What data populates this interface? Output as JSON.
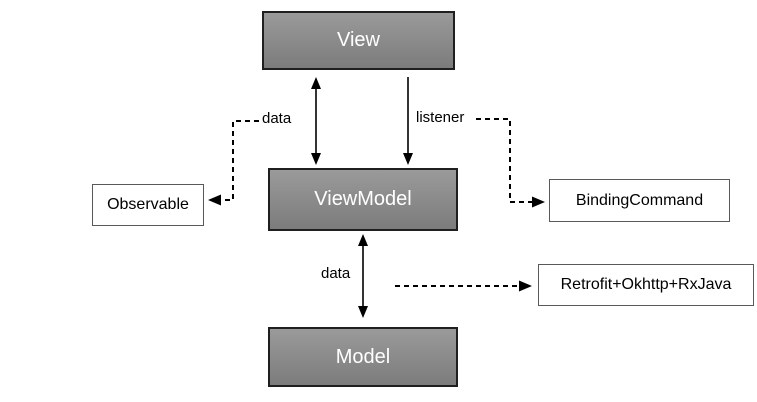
{
  "diagram": {
    "nodes": {
      "view": {
        "label": "View"
      },
      "viewmodel": {
        "label": "ViewModel"
      },
      "model": {
        "label": "Model"
      },
      "observable": {
        "label": "Observable"
      },
      "binding_command": {
        "label": "BindingCommand"
      },
      "retrofit": {
        "label": "Retrofit+Okhttp+RxJava"
      }
    },
    "edge_labels": {
      "view_viewmodel_data": "data",
      "view_viewmodel_listener": "listener",
      "viewmodel_model_data": "data"
    },
    "edges": [
      {
        "from": "view",
        "to": "viewmodel",
        "label": "data",
        "style": "solid-double-arrow"
      },
      {
        "from": "view",
        "to": "viewmodel",
        "label": "listener",
        "style": "solid-arrow-down"
      },
      {
        "from": "viewmodel",
        "to": "model",
        "label": "data",
        "style": "solid-double-arrow"
      },
      {
        "from": "view_viewmodel_data",
        "to": "observable",
        "style": "dashed-arrow"
      },
      {
        "from": "view_viewmodel_listener",
        "to": "binding_command",
        "style": "dashed-arrow"
      },
      {
        "from": "viewmodel_model_data",
        "to": "retrofit",
        "style": "dashed-arrow"
      }
    ],
    "colors": {
      "background": "#ffffff",
      "node_fill_top": "#9a9a9a",
      "node_fill_bottom": "#7c7c7c",
      "node_border": "#1f1f1f",
      "node_text": "#ffffff",
      "plain_node_border": "#595959",
      "plain_node_text": "#000000",
      "connector": "#000000"
    }
  }
}
